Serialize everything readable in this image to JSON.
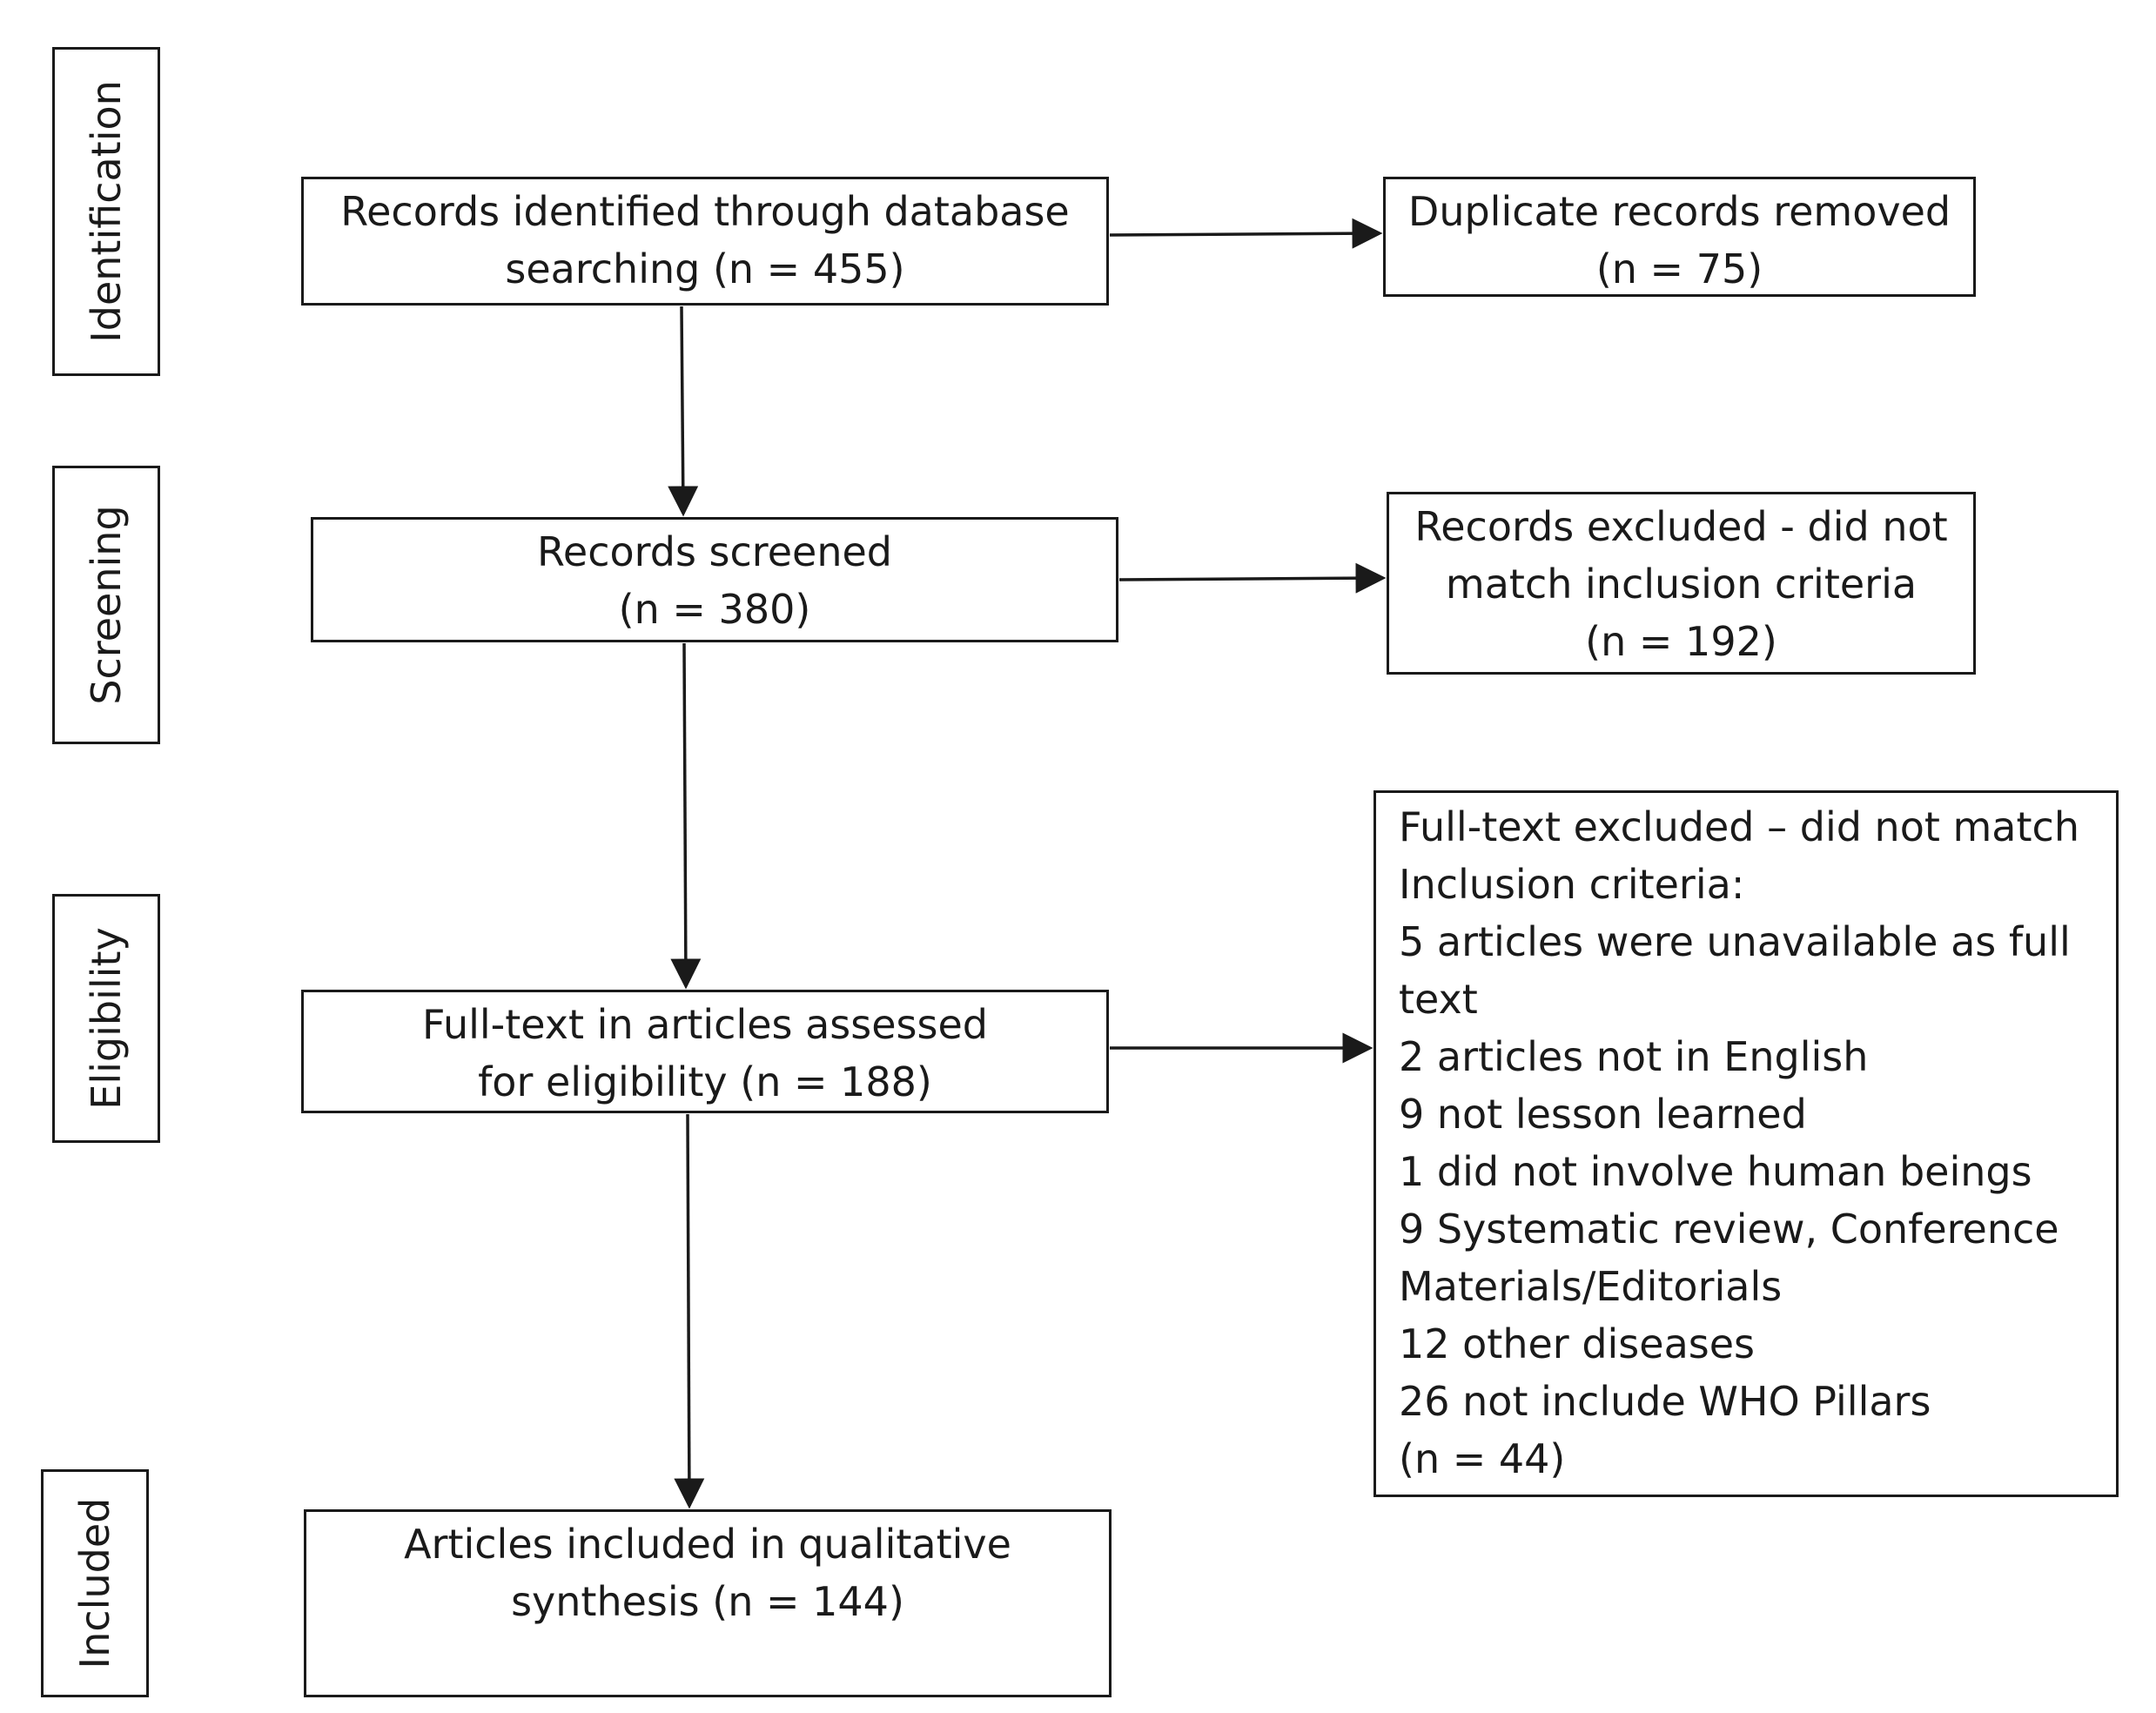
{
  "phases": {
    "identification": "Identification",
    "screening": "Screening",
    "eligibility": "Eligibility",
    "included": "Included"
  },
  "boxes": {
    "identified": [
      "Records identified through database",
      "searching (n = 455)"
    ],
    "duplicates": [
      "Duplicate records removed",
      "(n = 75)"
    ],
    "screened": [
      "Records screened",
      "(n = 380)"
    ],
    "excluded": [
      "Records excluded -  did not",
      "match inclusion criteria",
      "(n = 192)"
    ],
    "fulltext": [
      "Full-text in articles assessed",
      "for eligibility (n = 188)"
    ],
    "fulltext_excluded": [
      "Full-text excluded – did not match",
      "Inclusion criteria:",
      "5 articles were unavailable as full",
      "text",
      "2 articles not in English",
      "9 not lesson learned",
      "1 did not involve human beings",
      "9 Systematic review, Conference",
      "Materials/Editorials",
      "12 other diseases",
      "26  not include WHO Pillars",
      " (n = 44)"
    ],
    "included": [
      "Articles included in qualitative",
      "synthesis (n = 144)"
    ]
  },
  "colors": {
    "stroke": "#1a1a1a",
    "background": "#ffffff"
  }
}
